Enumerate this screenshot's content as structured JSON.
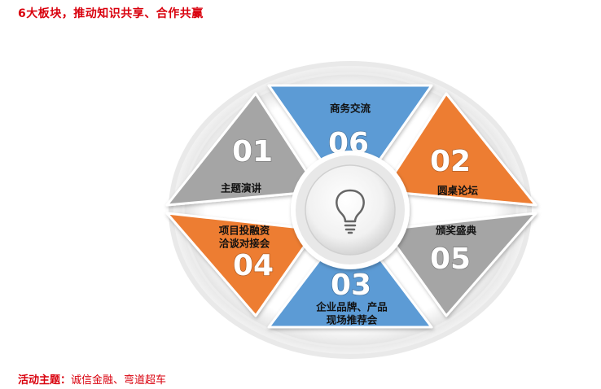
{
  "page": {
    "heading": "6大板块，推动知识共享、合作共赢",
    "theme_label": "活动主题：",
    "theme_value": "诚信金融、弯道超车"
  },
  "diagram": {
    "center_icon": "lightbulb-icon",
    "segments": [
      {
        "number": "06",
        "label_lines": [
          "商务交流"
        ],
        "color": "#5b9bd5"
      },
      {
        "number": "02",
        "label_lines": [
          "圆桌论坛"
        ],
        "color": "#ed7d31"
      },
      {
        "number": "05",
        "label_lines": [
          "颁奖盛典"
        ],
        "color": "#a5a5a5"
      },
      {
        "number": "03",
        "label_lines": [
          "企业品牌、产品",
          "现场推荐会"
        ],
        "color": "#5b9bd5"
      },
      {
        "number": "04",
        "label_lines": [
          "项目投融资",
          "洽谈对接会"
        ],
        "color": "#ed7d31"
      },
      {
        "number": "01",
        "label_lines": [
          "主题演讲"
        ],
        "color": "#a5a5a5"
      }
    ]
  }
}
